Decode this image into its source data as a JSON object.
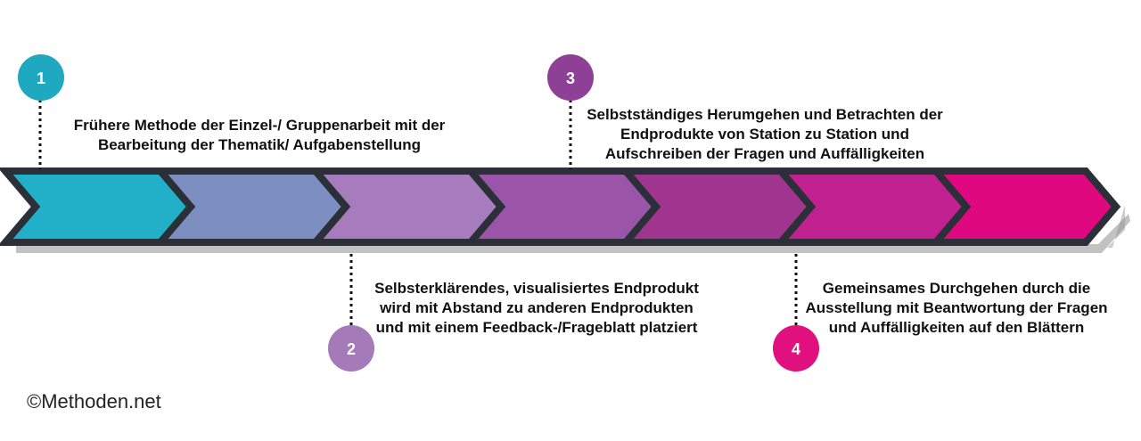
{
  "steps": [
    {
      "number": "1",
      "color": "#1fa9c0",
      "text": "Frühere Methode der Einzel-/ Gruppenarbeit mit der Bearbeitung der Thematik/ Aufgabenstellung"
    },
    {
      "number": "2",
      "color": "#a57ab9",
      "text": "Selbsterklärendes, visualisiertes Endprodukt wird mit Abstand zu anderen Endprodukten und mit einem Feedback-/Frageblatt platziert"
    },
    {
      "number": "3",
      "color": "#8e3f96",
      "text": "Selbstständiges Herumgehen und Betrachten der Endprodukte von Station zu Station und Aufschreiben der Fragen und Auffälligkeiten"
    },
    {
      "number": "4",
      "color": "#e0117f",
      "text": "Gemeinsames Durchgehen durch die Ausstellung mit Beantwortung der Fragen und Auffälligkeiten auf den Blättern"
    }
  ],
  "chevron_colors": [
    "#22b0c8",
    "#7d8fc0",
    "#a67cbc",
    "#9a55a8",
    "#a0358f",
    "#c02090",
    "#e0087e"
  ],
  "border_color": "#2b3038",
  "copyright": "©Methoden.net"
}
